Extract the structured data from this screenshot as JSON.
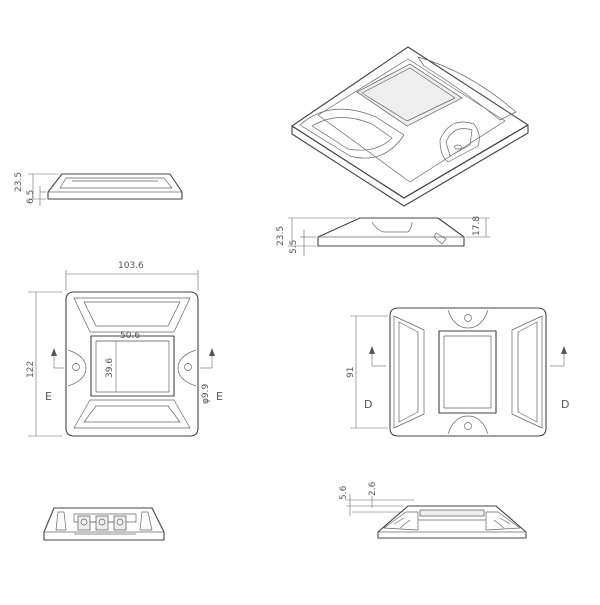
{
  "dimensions": {
    "height_side": "23.5",
    "base_side": "6.5",
    "height_front": "23.5",
    "base_front": "5.5",
    "reflector_top": "17.8",
    "width_total": "103.6",
    "length_total": "122",
    "window_width": "50.6",
    "window_height": "39.6",
    "hole_diameter": "φ9.9",
    "length_reflector": "91",
    "edge_section": "5.6",
    "lip_section": "2.6"
  },
  "section_labels": {
    "e_left": "E",
    "e_right": "E",
    "d_left": "D",
    "d_right": "D"
  }
}
